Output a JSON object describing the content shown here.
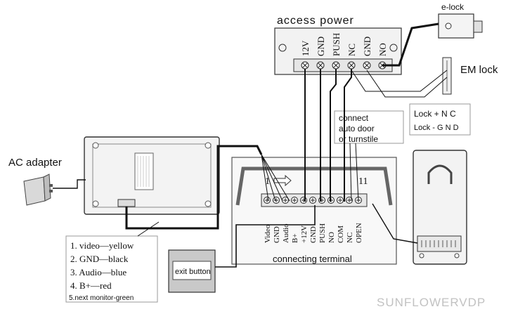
{
  "access_power": {
    "title": "access power",
    "terminals": [
      "12V",
      "GND",
      "PUSH",
      "NC",
      "GND",
      "NO"
    ]
  },
  "e_lock": {
    "label": "e-lock"
  },
  "em_lock": {
    "label": "EM lock"
  },
  "lock_note": {
    "line1": "Lock + N C",
    "line2": "Lock - G N D"
  },
  "connect_note": {
    "line1": "connect",
    "line2": "auto door",
    "line3": "or turnstile"
  },
  "ac_adapter": {
    "label": "AC  adapter"
  },
  "terminal_block": {
    "start_number": "1",
    "end_number": "11",
    "pins": [
      "Video",
      "GND",
      "Audio",
      "B+",
      "+12V",
      "GND",
      "PUSH",
      "NO",
      "COM",
      "NC",
      "OPEN"
    ],
    "caption": "connecting  terminal"
  },
  "wire_legend": {
    "items": [
      "1. video—yellow",
      "2. GND—black",
      "3. Audio—blue",
      "4. B+—red",
      "5.next monitor-green"
    ]
  },
  "exit_button": {
    "label": "exit button"
  },
  "watermark": {
    "text": "SUNFLOWERVDP"
  },
  "colors": {
    "wire": "#111111",
    "outline": "#444444",
    "grey": "#bdbdbd",
    "fill": "#f4f4f4"
  }
}
